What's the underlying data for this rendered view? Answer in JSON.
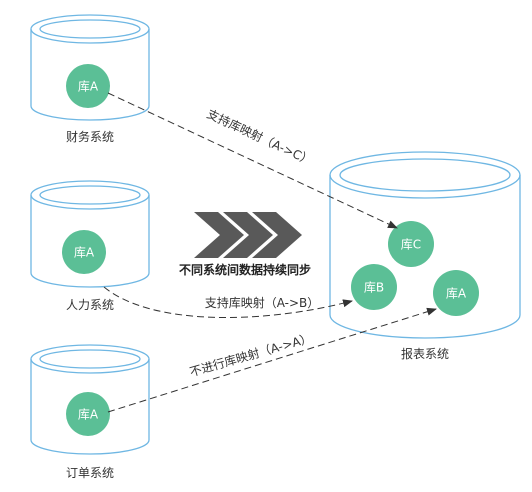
{
  "colors": {
    "cylinder_stroke": "#6fb7e3",
    "node_fill": "#5bbf96",
    "node_text": "#ffffff",
    "arrow_gray": "#595959",
    "dash": "#333333"
  },
  "systems": [
    {
      "label": "财务系统",
      "node": "库A"
    },
    {
      "label": "人力系统",
      "node": "库A"
    },
    {
      "label": "订单系统",
      "node": "库A"
    }
  ],
  "report": {
    "label": "报表系统",
    "nodes": [
      "库C",
      "库B",
      "库A"
    ]
  },
  "edges": [
    {
      "label": "支持库映射（A->C）"
    },
    {
      "label": "支持库映射（A->B）"
    },
    {
      "label": "不进行库映射（A->A）"
    }
  ],
  "banner": {
    "label": "不同系统间数据持续同步",
    "icon": "triple-chevron-right-icon"
  }
}
